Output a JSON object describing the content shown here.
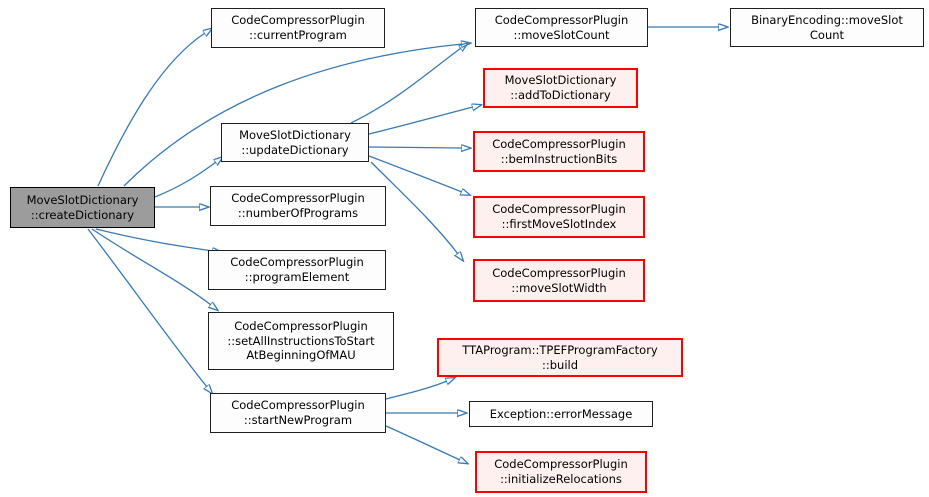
{
  "diagram": {
    "type": "call-graph",
    "edge_color": "#3879b5",
    "arrowhead_fill": "#57a1d8",
    "node_border_color": "#1f1f1f",
    "node_fill": "#fdfdfd",
    "truncated_node_border_color": "#ff0000",
    "truncated_node_fill": "#fff0f0",
    "focus_node_fill": "#9c9c9c",
    "nodes": [
      {
        "id": "createDictionary",
        "label": "MoveSlotDictionary\n::createDictionary",
        "style": "focus"
      },
      {
        "id": "currentProgram",
        "label": "CodeCompressorPlugin\n::currentProgram",
        "style": "normal"
      },
      {
        "id": "moveSlotCount",
        "label": "CodeCompressorPlugin\n::moveSlotCount",
        "style": "normal"
      },
      {
        "id": "binaryEncodingMoveSlotCount",
        "label": "BinaryEncoding::moveSlot\nCount",
        "style": "normal"
      },
      {
        "id": "addToDictionary",
        "label": "MoveSlotDictionary\n::addToDictionary",
        "style": "truncated"
      },
      {
        "id": "updateDictionary",
        "label": "MoveSlotDictionary\n::updateDictionary",
        "style": "normal"
      },
      {
        "id": "bemInstructionBits",
        "label": "CodeCompressorPlugin\n::bemInstructionBits",
        "style": "truncated"
      },
      {
        "id": "numberOfPrograms",
        "label": "CodeCompressorPlugin\n::numberOfPrograms",
        "style": "normal"
      },
      {
        "id": "firstMoveSlotIndex",
        "label": "CodeCompressorPlugin\n::firstMoveSlotIndex",
        "style": "truncated"
      },
      {
        "id": "programElement",
        "label": "CodeCompressorPlugin\n::programElement",
        "style": "normal"
      },
      {
        "id": "moveSlotWidth",
        "label": "CodeCompressorPlugin\n::moveSlotWidth",
        "style": "truncated"
      },
      {
        "id": "setAllInstructionsToStartAtBeginningOfMAU",
        "label": "CodeCompressorPlugin\n::setAllInstructionsToStart\nAtBeginningOfMAU",
        "style": "normal"
      },
      {
        "id": "startNewProgram",
        "label": "CodeCompressorPlugin\n::startNewProgram",
        "style": "normal"
      },
      {
        "id": "build",
        "label": "TTAProgram::TPEFProgramFactory\n::build",
        "style": "truncated"
      },
      {
        "id": "errorMessage",
        "label": "Exception::errorMessage",
        "style": "normal"
      },
      {
        "id": "initializeRelocations",
        "label": "CodeCompressorPlugin\n::initializeRelocations",
        "style": "truncated"
      }
    ],
    "edges": [
      {
        "from": "createDictionary",
        "to": "currentProgram"
      },
      {
        "from": "createDictionary",
        "to": "moveSlotCount"
      },
      {
        "from": "createDictionary",
        "to": "updateDictionary"
      },
      {
        "from": "createDictionary",
        "to": "numberOfPrograms"
      },
      {
        "from": "createDictionary",
        "to": "programElement"
      },
      {
        "from": "createDictionary",
        "to": "setAllInstructionsToStartAtBeginningOfMAU"
      },
      {
        "from": "createDictionary",
        "to": "startNewProgram"
      },
      {
        "from": "updateDictionary",
        "to": "moveSlotCount"
      },
      {
        "from": "updateDictionary",
        "to": "addToDictionary"
      },
      {
        "from": "updateDictionary",
        "to": "bemInstructionBits"
      },
      {
        "from": "updateDictionary",
        "to": "firstMoveSlotIndex"
      },
      {
        "from": "updateDictionary",
        "to": "moveSlotWidth"
      },
      {
        "from": "moveSlotCount",
        "to": "binaryEncodingMoveSlotCount"
      },
      {
        "from": "startNewProgram",
        "to": "build"
      },
      {
        "from": "startNewProgram",
        "to": "errorMessage"
      },
      {
        "from": "startNewProgram",
        "to": "initializeRelocations"
      }
    ]
  }
}
